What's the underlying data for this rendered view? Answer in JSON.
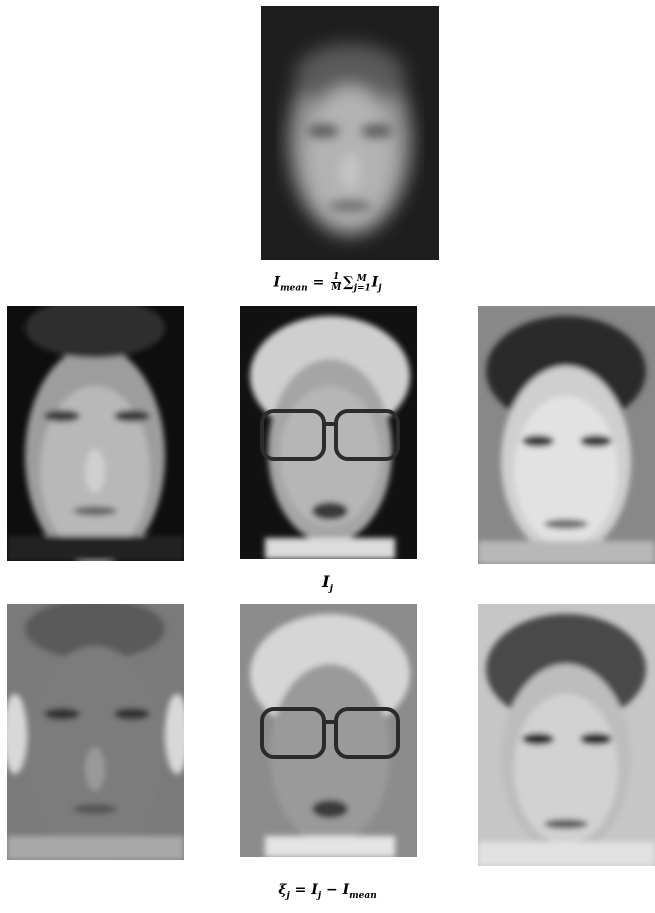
{
  "mean_face": {
    "caption": {
      "lhs_base": "I",
      "lhs_sub": "mean",
      "equals": "=",
      "frac_num": "1",
      "frac_den": "M",
      "sum_symbol": "∑",
      "sum_upper": "M",
      "sum_lower": "j=1",
      "term_base": "I",
      "term_sub": "j"
    }
  },
  "faces_row": {
    "caption": {
      "base": "I",
      "sub": "j"
    },
    "faces": [
      {
        "id": "face-1"
      },
      {
        "id": "face-2"
      },
      {
        "id": "face-3"
      }
    ]
  },
  "difference_row": {
    "caption": {
      "lhs_base": "ξ",
      "lhs_sub": "j",
      "equals": "=",
      "a_base": "I",
      "a_sub": "j",
      "minus": "−",
      "b_base": "I",
      "b_sub": "mean"
    },
    "faces": [
      {
        "id": "diff-1"
      },
      {
        "id": "diff-2"
      },
      {
        "id": "diff-3"
      }
    ]
  },
  "colors": {
    "background": "#ffffff",
    "mean_face_bg": "#1a1a1a",
    "face_dark_bg": "#0d0d0d",
    "face_gray_bg": "#8a8a8a"
  }
}
